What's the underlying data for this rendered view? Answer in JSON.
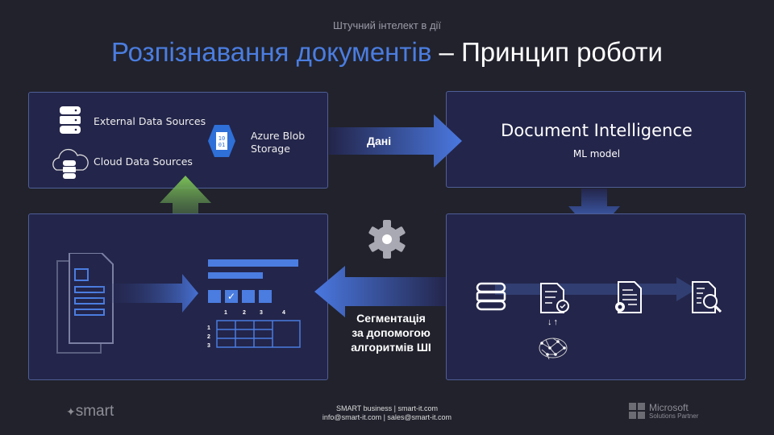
{
  "header": {
    "subtitle": "Штучний інтелект в дії",
    "title_highlight": "Розпізнавання документів",
    "title_rest": " – Принцип роботи"
  },
  "sources": {
    "external": "External Data Sources",
    "cloud": "Cloud Data Sources",
    "azure_line1": "Azure Blob",
    "azure_line2": "Storage",
    "blob_digits": "10\n01"
  },
  "arrow_data": "Дані",
  "model": {
    "title": "Document Intelligence",
    "subtitle": "ML model"
  },
  "segmentation": {
    "line1": "Сегментація",
    "line2": "за допомогою",
    "line3": "алгоритмів ШІ"
  },
  "table": {
    "cols": [
      "1",
      "2",
      "3",
      "4"
    ],
    "rows": [
      "1",
      "2",
      "3"
    ]
  },
  "footer": {
    "line1": "SMART business | smart-it.com",
    "line2": "info@smart-it.com | sales@smart-it.com",
    "logo_left": "smart",
    "ms_name": "Microsoft",
    "ms_sub": "Solutions Partner"
  },
  "colors": {
    "accent": "#4b7de0",
    "panel": "#23254a",
    "green": "#7cc254"
  }
}
